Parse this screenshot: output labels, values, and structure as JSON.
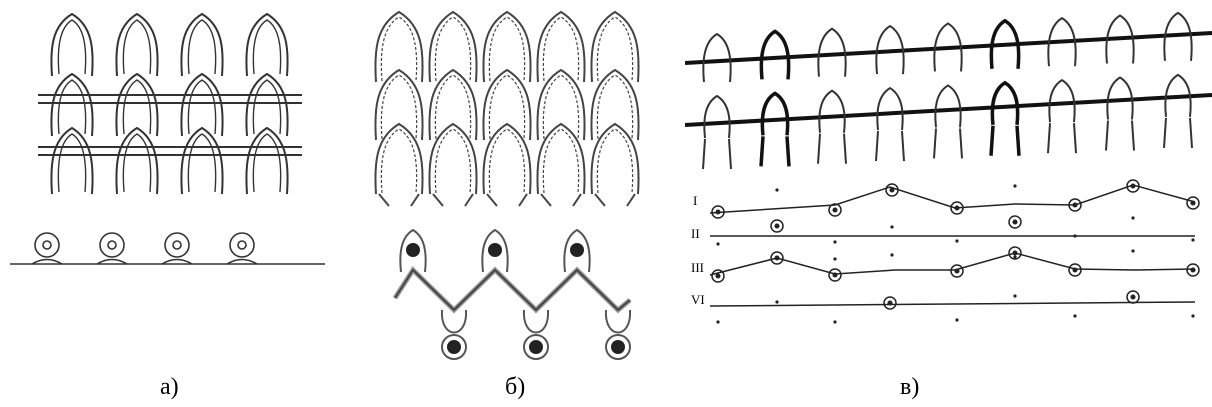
{
  "figure": {
    "panels": [
      {
        "id": "a",
        "caption": "а)"
      },
      {
        "id": "b",
        "caption": "б)"
      },
      {
        "id": "c",
        "caption": "в)"
      }
    ],
    "row_labels": [
      "I",
      "II",
      "III",
      "VI"
    ],
    "colors": {
      "ink": "#333333",
      "fill": "#ffffff",
      "dark": "#222222"
    }
  }
}
